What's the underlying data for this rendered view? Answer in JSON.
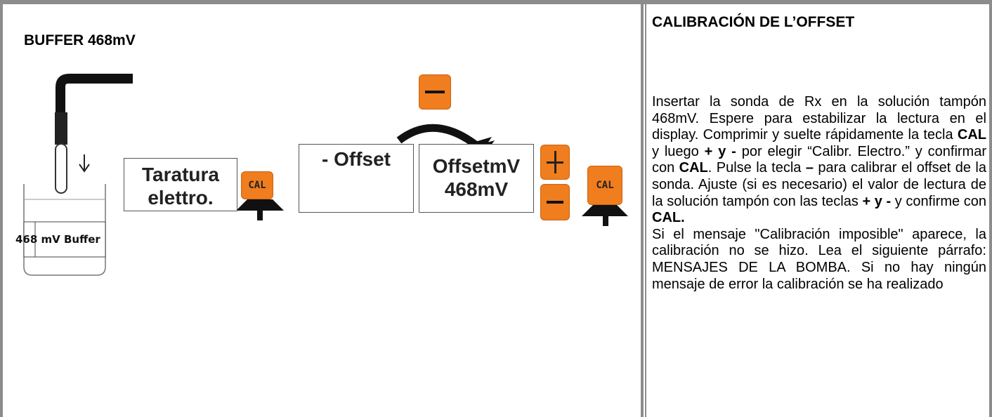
{
  "left_panel": {
    "title": "BUFFER 468mV",
    "beaker_label": "468 mV Buffer",
    "display_taratura_line1": "Taratura",
    "display_taratura_line2": "elettro.",
    "display_offset": "- Offset",
    "display_value_line1": "OffsetmV",
    "display_value_line2": "468mV",
    "cal_key_label": "CAL"
  },
  "right_panel": {
    "title": "CALIBRACIÓN DE L’OFFSET",
    "p1": "Insertar la sonda de Rx en la solución tampón 468mV. Espere para estabilizar la lectura en el display. Comprimir y suelte rápidamente la tecla ",
    "b1": "CAL",
    "p2": " y luego ",
    "b2": "+ y -",
    "p3": " por elegir “Calibr. Electro.” y confirmar con ",
    "b3": "CAL",
    "p4": ". Pulse la tecla ",
    "b4": "–",
    "p5": " para calibrar el offset de la sonda. Ajuste (si es necesario) el valor de lectura de la solución tampón con las teclas ",
    "b5": "+ y -",
    "p6": "  y confirme con ",
    "b6": "CAL.",
    "p7": "Si el mensaje \"Calibración imposible\" aparece, la calibración no se hizo. Lea el siguiente párrafo: MENSAJES DE LA BOMBA. Si no hay ningún mensaje de error la calibración se ha realizado"
  },
  "colors": {
    "key_orange": "#f07d1e",
    "border_gray": "#8c8c8c"
  },
  "icons": [
    "probe-icon",
    "down-arrow-icon",
    "up-arrow-icon",
    "curved-arrow-icon",
    "plus-icon",
    "minus-icon"
  ]
}
